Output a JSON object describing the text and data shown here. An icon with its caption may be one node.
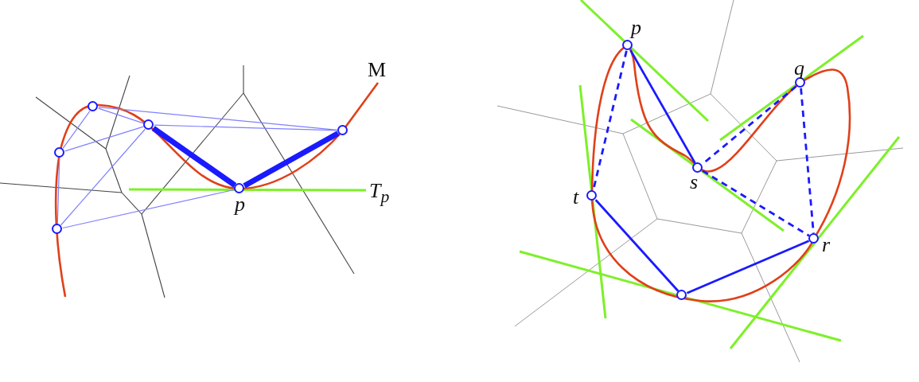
{
  "diagram": {
    "nodes": [
      {
        "text": [],
        "shape": "circle"
      },
      {
        "text": [],
        "shape": "circle"
      },
      {
        "text": [],
        "shape": "circle"
      },
      {
        "text": [],
        "shape": "circle"
      },
      {
        "text": [],
        "shape": "circle"
      },
      {
        "text": [],
        "shape": "circle",
        "beside": [
          "p"
        ]
      },
      {
        "text": [],
        "shape": "circle",
        "beside": [
          "p"
        ]
      },
      {
        "text": [],
        "shape": "circle",
        "beside": [
          "q"
        ]
      },
      {
        "text": [],
        "shape": "circle",
        "beside": [
          "s"
        ]
      },
      {
        "text": [],
        "shape": "circle",
        "beside": [
          "t"
        ]
      },
      {
        "text": [],
        "shape": "circle",
        "beside": [
          "r"
        ]
      },
      {
        "text": [],
        "shape": "circle"
      }
    ],
    "edges": [
      {
        "from": 0,
        "to": 1,
        "arrow": "none",
        "color": "#8080ff"
      },
      {
        "from": 0,
        "to": 4,
        "arrow": "none",
        "color": "#8080ff"
      },
      {
        "from": 0,
        "to": 2,
        "arrow": "none",
        "color": "#8080ff"
      },
      {
        "from": 1,
        "to": 4,
        "arrow": "none",
        "color": "#8080ff"
      },
      {
        "from": 1,
        "to": 2,
        "arrow": "none",
        "color": "#8080ff"
      },
      {
        "from": 1,
        "to": 3,
        "arrow": "none",
        "color": "#8080ff"
      },
      {
        "from": 2,
        "to": 3,
        "arrow": "none",
        "color": "#8080ff"
      },
      {
        "from": 3,
        "to": 5,
        "arrow": "none",
        "color": "#8080ff"
      },
      {
        "from": 1,
        "to": 5,
        "arrow": "none",
        "style": "thick"
      },
      {
        "from": 5,
        "to": 4,
        "arrow": "none",
        "style": "thick"
      },
      {
        "from": 6,
        "to": 8,
        "arrow": "none"
      },
      {
        "from": 6,
        "to": 9,
        "arrow": "none",
        "style": "dashed"
      },
      {
        "from": 7,
        "to": 8,
        "arrow": "none",
        "style": "dashed"
      },
      {
        "from": 7,
        "to": 10,
        "arrow": "none",
        "style": "dashed"
      },
      {
        "from": 8,
        "to": 10,
        "arrow": "none",
        "style": "dashed"
      },
      {
        "from": 9,
        "to": 11,
        "arrow": "none"
      },
      {
        "from": 11,
        "to": 10,
        "arrow": "none"
      }
    ],
    "labels": [
      "M",
      "T$_{p}$"
    ]
  }
}
